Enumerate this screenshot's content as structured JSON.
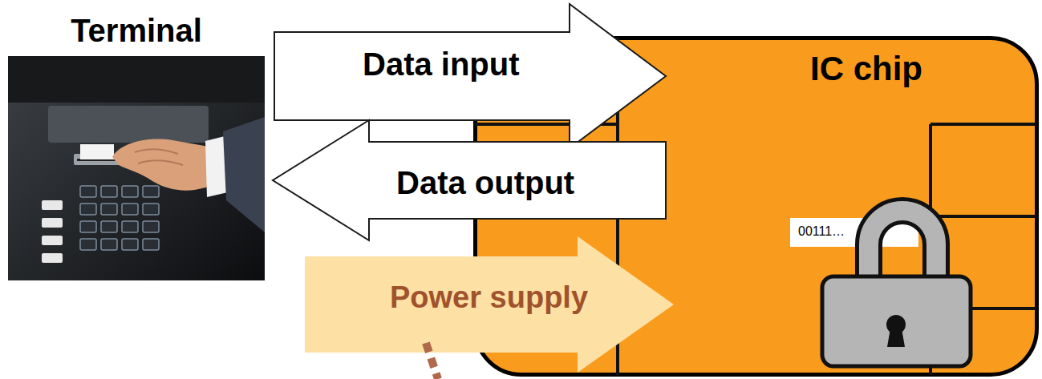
{
  "diagram": {
    "nodes": [
      {
        "text": [
          "Terminal"
        ]
      },
      {
        "text": [
          "IC chip"
        ]
      },
      {
        "text": [
          "00111…"
        ],
        "in": 1
      }
    ],
    "edges": [
      {
        "from": 0,
        "to": 1,
        "arrow": "to",
        "label": "Data input"
      },
      {
        "from": 1,
        "to": 0,
        "arrow": "to",
        "label": "Data output"
      },
      {
        "from": 0,
        "to": 1,
        "arrow": "to",
        "label": "Power supply"
      }
    ]
  }
}
